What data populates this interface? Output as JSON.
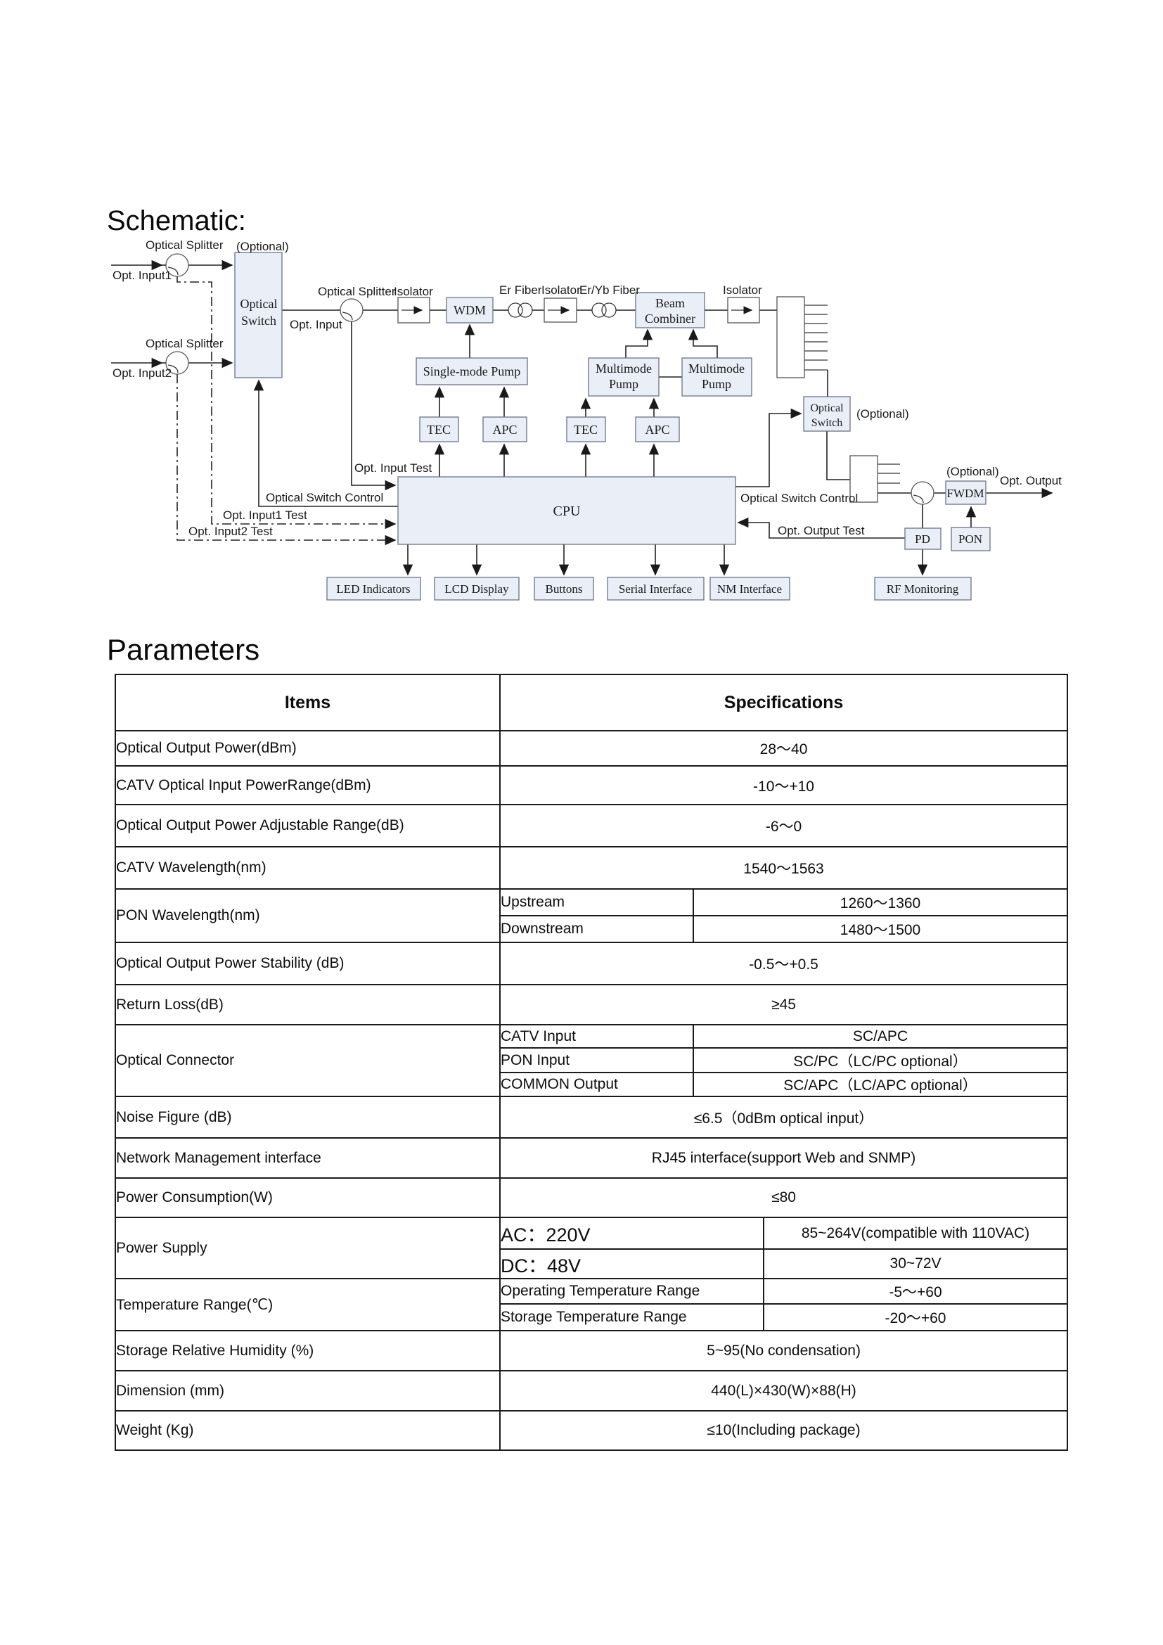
{
  "schematic": {
    "title": "Schematic:",
    "labels": {
      "optical_splitter": "Optical Splitter",
      "optional": "(Optional)",
      "opt_input1": "Opt. Input1",
      "opt_input2": "Opt. Input2",
      "opt_input": "Opt. Input",
      "isolator": "Isolator",
      "er_fiber": "Er Fiber",
      "er_yb_fiber": "Er/Yb Fiber",
      "opt_input_test": "Opt. Input Test",
      "optical_switch_control": "Optical Switch Control",
      "opt_input1_test": "Opt. Input1 Test",
      "opt_input2_test": "Opt. Input2 Test",
      "opt_output_test": "Opt. Output Test",
      "opt_output": "Opt. Output"
    },
    "blocks": {
      "optical_switch": [
        "Optical",
        "Switch"
      ],
      "wdm": "WDM",
      "beam_combiner": [
        "Beam",
        "Combiner"
      ],
      "single_mode_pump": "Single-mode Pump",
      "multimode_pump": [
        "Multimode",
        "Pump"
      ],
      "tec": "TEC",
      "apc": "APC",
      "cpu": "CPU",
      "fwdm": "FWDM",
      "pd": "PD",
      "pon": "PON",
      "rf_monitoring": "RF Monitoring",
      "led_indicators": "LED Indicators",
      "lcd_display": "LCD Display",
      "buttons": "Buttons",
      "serial_interface": "Serial Interface",
      "nm_interface": "NM Interface"
    }
  },
  "parameters": {
    "title": "Parameters",
    "header": {
      "items": "Items",
      "specifications": "Specifications"
    },
    "rows": [
      {
        "item": "Optical Output Power(dBm)",
        "value": "28～40"
      },
      {
        "item": "CATV Optical Input PowerRange(dBm)",
        "value": "-10～+10"
      },
      {
        "item": "Optical Output Power Adjustable Range(dB)",
        "value": "-6～0"
      },
      {
        "item": "CATV Wavelength(nm)",
        "value": "1540～1563"
      },
      {
        "item": "PON Wavelength(nm)",
        "sub": [
          {
            "label": "Upstream",
            "value": "1260～1360"
          },
          {
            "label": "Downstream",
            "value": "1480～1500"
          }
        ]
      },
      {
        "item": "Optical Output Power Stability (dB)",
        "value": "-0.5～+0.5"
      },
      {
        "item": "Return Loss(dB)",
        "value": "≥45"
      },
      {
        "item": "Optical Connector",
        "sub": [
          {
            "label": "CATV Input",
            "value": "SC/APC"
          },
          {
            "label": "PON Input",
            "value": "SC/PC（LC/PC optional）"
          },
          {
            "label": "COMMON Output",
            "value": "SC/APC（LC/APC optional）"
          }
        ]
      },
      {
        "item": "Noise Figure (dB)",
        "value": "≤6.5（0dBm optical input）"
      },
      {
        "item": "Network Management interface",
        "value": "RJ45 interface(support Web and SNMP)"
      },
      {
        "item": "Power Consumption(W)",
        "value": "≤80"
      },
      {
        "item": "Power Supply",
        "sub": [
          {
            "label": "AC：220V",
            "value": "85~264V(compatible with 110VAC)"
          },
          {
            "label": "DC：48V",
            "value": "30~72V"
          }
        ]
      },
      {
        "item": "Temperature Range(℃)",
        "sub": [
          {
            "label": "Operating Temperature Range",
            "value": "-5～+60"
          },
          {
            "label": "Storage Temperature Range",
            "value": "-20～+60"
          }
        ]
      },
      {
        "item": "Storage Relative Humidity (%)",
        "value": "5~95(No condensation)"
      },
      {
        "item": "Dimension (mm)",
        "value": "440(L)×430(W)×88(H)"
      },
      {
        "item": "Weight (Kg)",
        "value": "≤10(Including package)"
      }
    ]
  }
}
